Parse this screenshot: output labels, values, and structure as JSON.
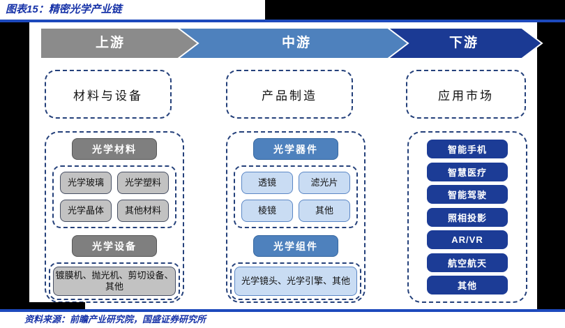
{
  "header": {
    "title": "图表15：精密光学产业链"
  },
  "flow": {
    "upstream": "上游",
    "midstream": "中游",
    "downstream": "下游"
  },
  "columns": {
    "left": {
      "title": "材料与设备",
      "materials": {
        "header": "光学材料",
        "items": [
          "光学玻璃",
          "光学塑料",
          "光学晶体",
          "其他材料"
        ]
      },
      "equipment": {
        "header": "光学设备",
        "detail": "镀膜机、抛光机、剪切设备、其他"
      }
    },
    "middle": {
      "title": "产品制造",
      "components": {
        "header": "光学器件",
        "items": [
          "透镜",
          "滤光片",
          "棱镜",
          "其他"
        ]
      },
      "assemblies": {
        "header": "光学组件",
        "detail": "光学镜头、光学引擎、其他"
      }
    },
    "right": {
      "title": "应用市场",
      "applications": [
        "智能手机",
        "智慧医疗",
        "智能驾驶",
        "照相投影",
        "AR/VR",
        "航空航天",
        "其他"
      ]
    }
  },
  "footer": {
    "source": "资料来源：前瞻产业研究院，国盛证券研究所"
  },
  "colors": {
    "rule_blue": "#1D49BC",
    "title_text_blue": "#1733A8",
    "arrow_gray": "#8B8B8B",
    "arrow_blue": "#4E81BD",
    "arrow_navy": "#1B3A94",
    "app_navy": "#1C3C96",
    "light_gray_fill": "#C2C2C2",
    "light_blue_fill": "#C9DCF3",
    "dash_navy": "#24407A"
  }
}
